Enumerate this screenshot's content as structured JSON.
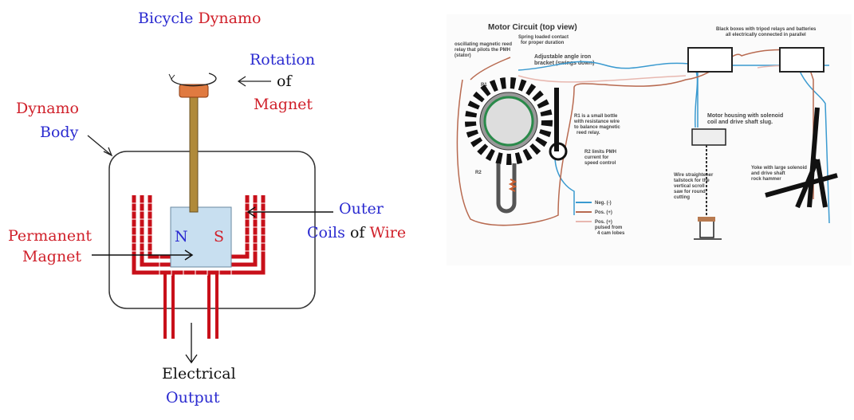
{
  "left_diagram": {
    "title": {
      "part1": "Bicycle",
      "part2": "Dynamo"
    },
    "rotation_label": {
      "line1": "Rotation",
      "line2": "of",
      "line3": "Magnet"
    },
    "body_label": {
      "line1": "Dynamo",
      "line2": "Body"
    },
    "magnet_label": {
      "line1": "Permanent",
      "line2": "Magnet"
    },
    "poles": {
      "north": "N",
      "south": "S"
    },
    "coils_label": {
      "line1": "Outer",
      "coils": "Coils",
      "of": "of",
      "wire": "Wire"
    },
    "output_label": {
      "line1": "Electrical",
      "line2": "Output"
    },
    "colors": {
      "red": "#d0202a",
      "blue": "#2a2ad0",
      "coil": "#c8101a",
      "magnet_fill": "#c8dff0",
      "shaft": "#b08a3a"
    }
  },
  "right_diagram": {
    "title": "Motor Circuit (top view)",
    "notes": {
      "reed_relay": [
        "oscillating magnetic reed",
        "relay that pilots the PMH",
        "(stator)"
      ],
      "spring_contact": [
        "Spring loaded contact",
        "for proper duration"
      ],
      "bracket": [
        "Adjustable angle iron",
        "bracket (swings down)"
      ],
      "black_boxes": [
        "Black boxes with tripod relays and batteries",
        "all electrically connected in parallel"
      ],
      "r1_note": [
        "R1 is a small bottle",
        "with resistance wire",
        "to balance magnetic",
        "reed relay."
      ],
      "r2_note": [
        "R2 limits PMH",
        "current for",
        "speed control"
      ],
      "motor_housing": [
        "Motor housing with solenoid",
        "coil and drive shaft slug."
      ],
      "tailstock": [
        "Wire straightener",
        "tailstock for the",
        "vertical scroll",
        "saw for round",
        "cutting"
      ],
      "yoke": [
        "Yoke with large solenoid",
        "and drive shaft",
        "rock hammer"
      ],
      "r1": "R1",
      "r2": "R2"
    },
    "legend": [
      {
        "label": "Neg. (-)",
        "color": "#3a9ad0"
      },
      {
        "label": "Pos. (+)",
        "color": "#b86a50"
      },
      {
        "label": "Pos. (+) pulsed from 4 cam lobes",
        "line1": "Pos. (+)",
        "line2": "pulsed  from",
        "line3": "4  cam lobes",
        "color": "#e8b8b0"
      }
    ]
  }
}
